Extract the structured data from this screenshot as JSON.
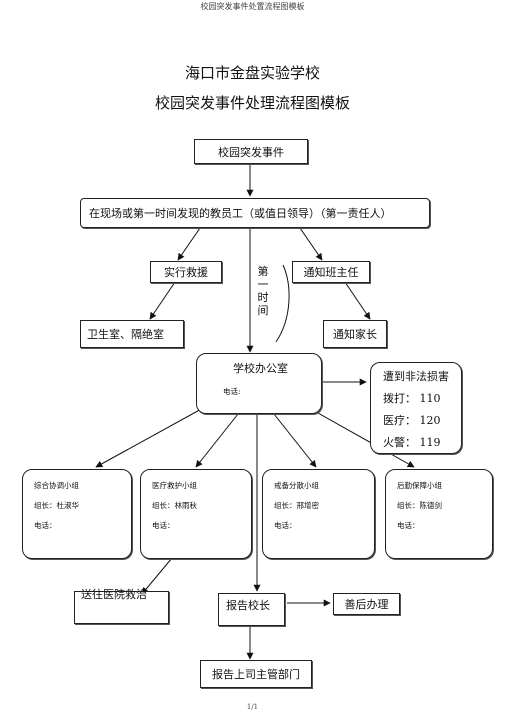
{
  "header": "校园突发事件处置流程图模板",
  "title_line1": "海口市金盘实验学校",
  "title_line2": "校园突发事件处理流程图模板",
  "nodes": {
    "event": "校园突发事件",
    "discoverer": "在现场或第一时间发现的教员工（或值日领导）（第一责任人）",
    "rescue": "实行救援",
    "notify_teacher": "通知班主任",
    "first_time": "第一时间",
    "clinic": "卫生室、隔绝室",
    "notify_parent": "通知家长",
    "office": "学校办公室",
    "office_phone": "电话:",
    "emergency_title": "遭到非法损害",
    "emergency_police": "拨打： 110",
    "emergency_medical": "医疗： 120",
    "emergency_fire": "火警： 119",
    "hospital": "送往医院救治",
    "report_principal": "报告校长",
    "aftermath": "善后办理",
    "report_superior": "报告上司主管部门"
  },
  "groups": [
    {
      "name": "综合协调小组",
      "leader": "组长：杜淑华",
      "phone": "电话："
    },
    {
      "name": "医疗救护小组",
      "leader": "组长：林雨秋",
      "phone": "电话："
    },
    {
      "name": "戒备分散小组",
      "leader": "组长：邢增密",
      "phone": "电话："
    },
    {
      "name": "后勤保障小组",
      "leader": "组长：陈德剑",
      "phone": "电话："
    }
  ],
  "footer": "1/1"
}
